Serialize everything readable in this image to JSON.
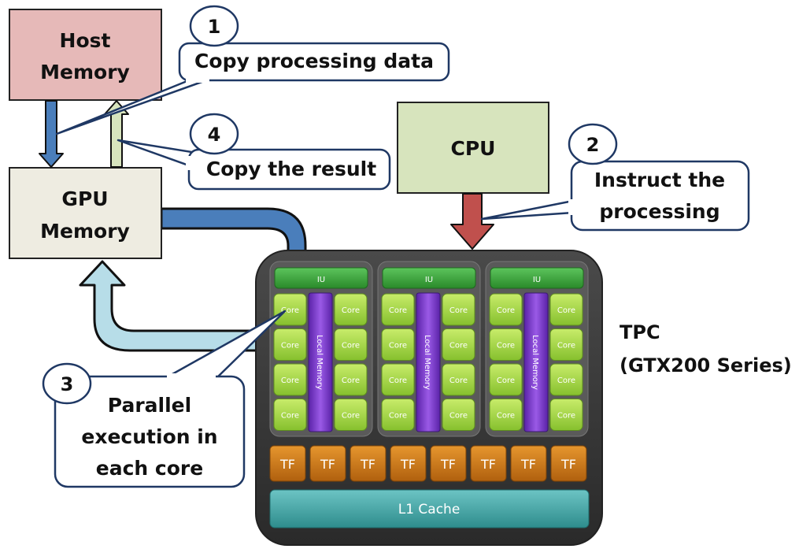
{
  "boxes": {
    "host_memory": [
      "Host",
      "Memory"
    ],
    "gpu_memory": [
      "GPU",
      "Memory"
    ],
    "cpu": "CPU"
  },
  "steps": [
    {
      "number": "1",
      "text": [
        "Copy processing data"
      ]
    },
    {
      "number": "2",
      "text": [
        "Instruct the",
        "processing"
      ]
    },
    {
      "number": "3",
      "text": [
        "Parallel",
        "execution in",
        "each core"
      ]
    },
    {
      "number": "4",
      "text": [
        "Copy the result"
      ]
    }
  ],
  "tpc": {
    "caption": [
      "TPC",
      "(GTX200 Series)"
    ],
    "iu_label": "IU",
    "core_label": "Core",
    "local_memory_label": "Local Memory",
    "tf_label": "TF",
    "cache_label": "L1 Cache",
    "sm_count": 3,
    "cores_per_sm": 8,
    "tf_count": 8
  },
  "colors": {
    "host_fill": "#e6b9b8",
    "gpu_fill": "#eeece1",
    "cpu_fill": "#d7e4bd",
    "callout_stroke": "#1f3864",
    "arrow_blue": "#4a7ebb",
    "arrow_lightblue": "#b7dde8",
    "arrow_lightgreen": "#d7e4bd",
    "arrow_red": "#c0504d",
    "chip_body": "#3a3a3a",
    "iu_green": "#3ca43c",
    "core_green": "#a6d84a",
    "local_memory": "#7a3fc8",
    "tf_orange": "#cc7a1a",
    "cache_teal": "#4aa8a8"
  }
}
